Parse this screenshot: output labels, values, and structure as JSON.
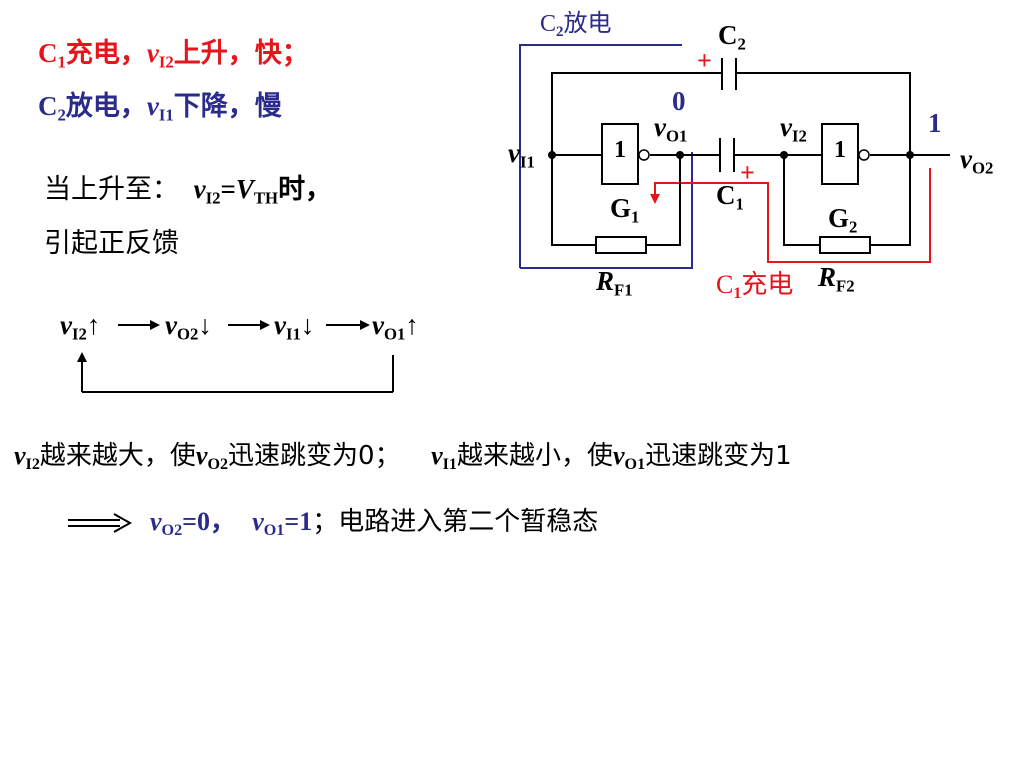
{
  "line1": {
    "c": "C",
    "c_sub": "1",
    "action": "充电，",
    "v": "v",
    "v_sub": "I2",
    "rest": "上升，快；",
    "color": "#e8141b"
  },
  "line2": {
    "c": "C",
    "c_sub": "2",
    "action": "放电，",
    "v": "v",
    "v_sub": "I1",
    "rest": "下降，慢",
    "color": "#2b2b8c"
  },
  "line3": {
    "pre": "当上升至：",
    "v": "v",
    "v_sub": "I2",
    "eq": "=",
    "V": "V",
    "V_sub": "TH",
    "post": "时，"
  },
  "line4": "引起正反馈",
  "chain": {
    "items": [
      {
        "v": "v",
        "sub": "I2",
        "arrow": "↑"
      },
      {
        "v": "v",
        "sub": "O2",
        "arrow": "↓"
      },
      {
        "v": "v",
        "sub": "I1",
        "arrow": "↓"
      },
      {
        "v": "v",
        "sub": "O1",
        "arrow": "↑"
      }
    ]
  },
  "result_line": {
    "a_v": "v",
    "a_sub": "I2",
    "a_text": "越来越大，使",
    "b_v": "v",
    "b_sub": "O2",
    "b_text": "迅速跳变为0；",
    "c_v": "v",
    "c_sub": "I1",
    "c_text": "越来越小，使",
    "d_v": "v",
    "d_sub": "O1",
    "d_text": "迅速跳变为1"
  },
  "conclusion": {
    "v1": "v",
    "v1_sub": "O2",
    "v1_val": "=0，",
    "v2": "v",
    "v2_sub": "O1",
    "v2_val": "=1",
    "text": "；电路进入第二个暂稳态"
  },
  "circuit": {
    "c2_discharge": {
      "c": "C",
      "sub": "2",
      "text": "放电"
    },
    "c2_label": {
      "c": "C",
      "sub": "2"
    },
    "c1_label": {
      "c": "C",
      "sub": "1"
    },
    "c1_charge": {
      "c": "C",
      "sub": "1",
      "text": "充电"
    },
    "plus_top": "+",
    "plus_mid": "+",
    "zero": "0",
    "one": "1",
    "vi1": {
      "v": "v",
      "sub": "I1"
    },
    "vo1": {
      "v": "v",
      "sub": "O1"
    },
    "vi2": {
      "v": "v",
      "sub": "I2"
    },
    "vo2": {
      "v": "v",
      "sub": "O2"
    },
    "g1_box": "1",
    "g2_box": "1",
    "g1": {
      "g": "G",
      "sub": "1"
    },
    "g2": {
      "g": "G",
      "sub": "2"
    },
    "rf1": {
      "r": "R",
      "sub": "F1"
    },
    "rf2": {
      "r": "R",
      "sub": "F2"
    }
  },
  "colors": {
    "red": "#e8141b",
    "blue": "#2b2b8c",
    "black": "#000000"
  }
}
